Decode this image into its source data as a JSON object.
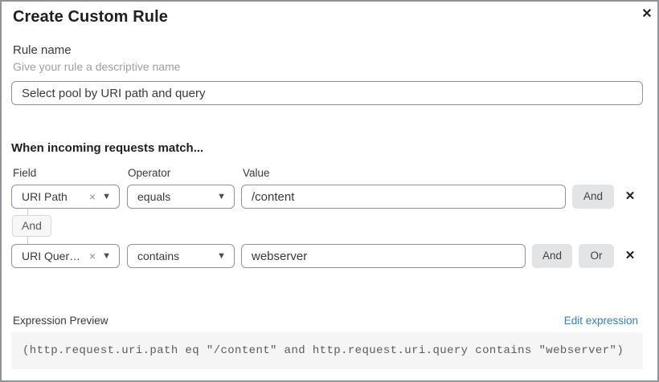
{
  "dialog": {
    "title": "Create Custom Rule"
  },
  "icons": {
    "close": "✕",
    "clear": "×",
    "caret": "▼",
    "delete_row": "✕"
  },
  "rule_name": {
    "label": "Rule name",
    "help": "Give your rule a descriptive name",
    "value": "Select pool by URI path and query"
  },
  "match": {
    "heading": "When incoming requests match...",
    "columns": {
      "field": "Field",
      "operator": "Operator",
      "value": "Value"
    },
    "rows": [
      {
        "field": "URI Path",
        "operator": "equals",
        "value": "/content",
        "and_label": "And"
      },
      {
        "field": "URI Query St...",
        "operator": "contains",
        "value": "webserver",
        "and_label": "And",
        "or_label": "Or"
      }
    ],
    "connector_label": "And"
  },
  "expression": {
    "label": "Expression Preview",
    "edit_link": "Edit expression",
    "code": "(http.request.uri.path eq \"/content\" and http.request.uri.query contains \"webserver\")"
  },
  "colors": {
    "link_blue": "#2e80c0",
    "button_gray": "#e3e4e5",
    "border_gray": "#8f9296",
    "code_bg": "#f5f5f6"
  }
}
